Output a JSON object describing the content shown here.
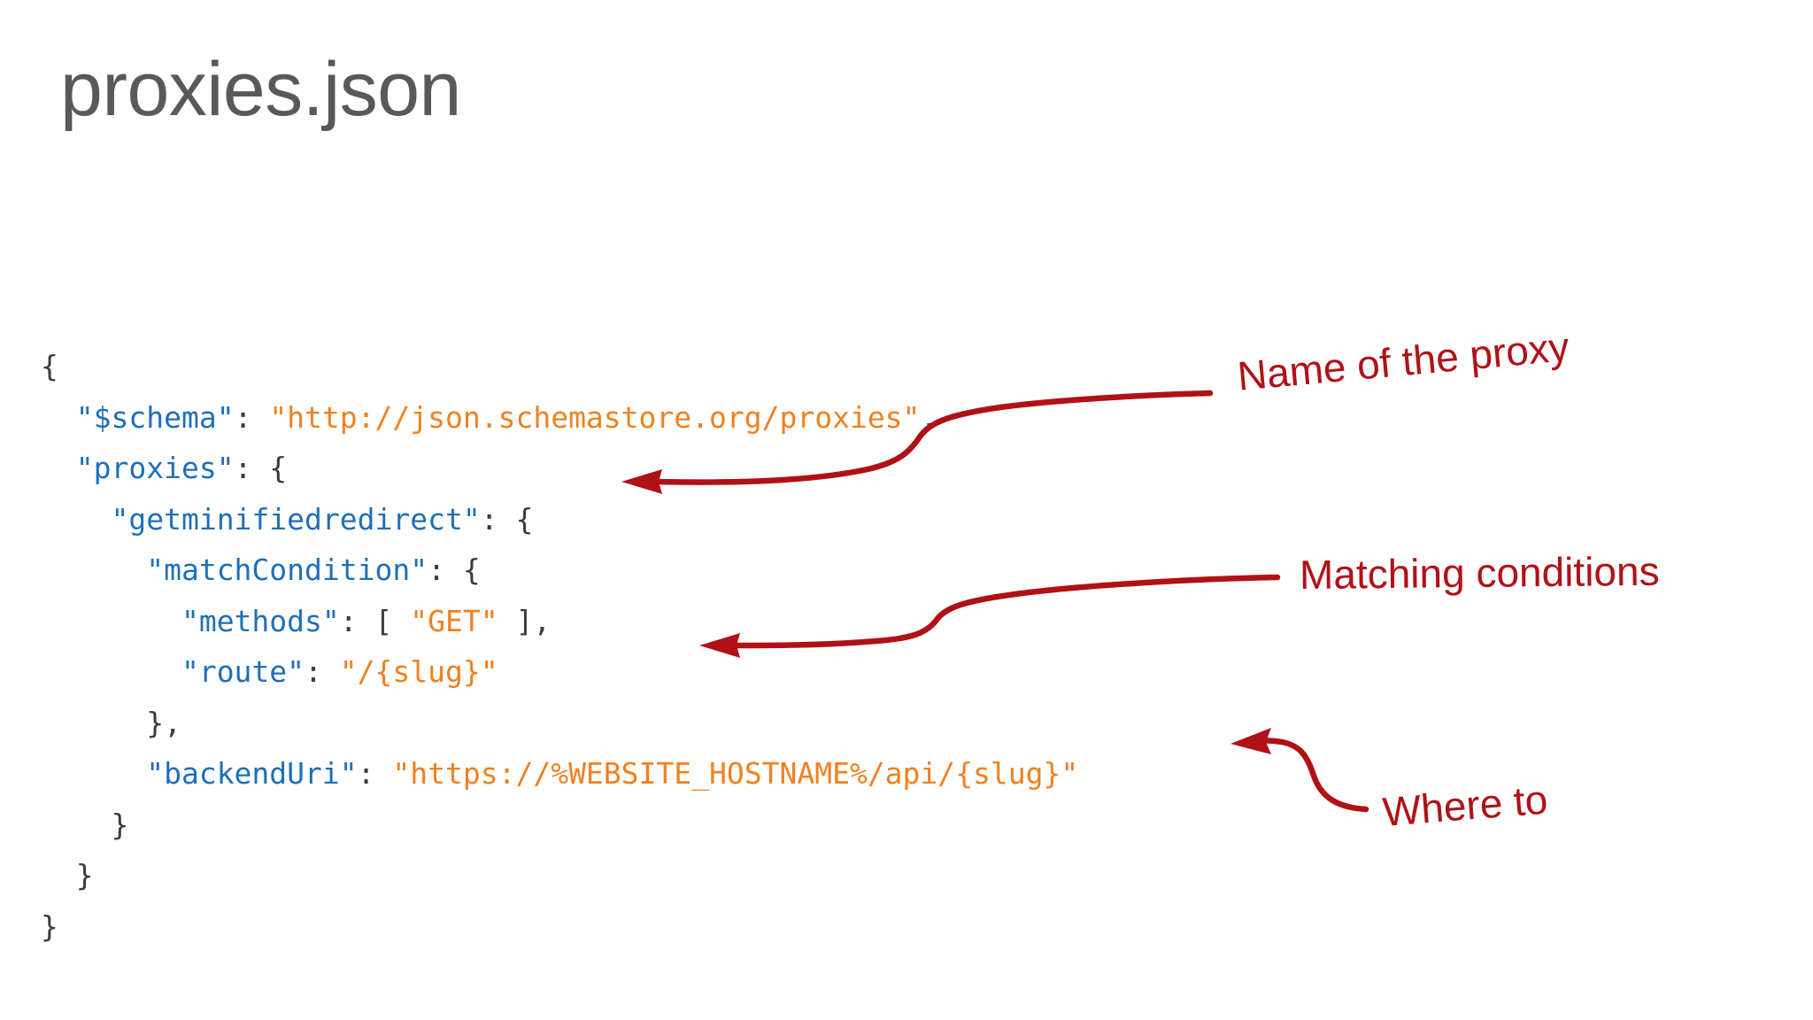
{
  "slide": {
    "title": "proxies.json",
    "title_color": "#58595b",
    "background_color": "#ffffff"
  },
  "code": {
    "language": "json",
    "indent_unit": "  ",
    "colors": {
      "punctuation": "#3b3b3b",
      "key": "#1f6fb8",
      "string": "#ef8120"
    },
    "lines": [
      {
        "indent": 0,
        "tokens": [
          {
            "t": "punct",
            "v": "{"
          }
        ]
      },
      {
        "indent": 1,
        "tokens": [
          {
            "t": "key",
            "v": "\"$schema\""
          },
          {
            "t": "punct",
            "v": ": "
          },
          {
            "t": "str",
            "v": "\"http://json.schemastore.org/proxies\""
          },
          {
            "t": "punct",
            "v": ","
          }
        ]
      },
      {
        "indent": 1,
        "tokens": [
          {
            "t": "key",
            "v": "\"proxies\""
          },
          {
            "t": "punct",
            "v": ": {"
          }
        ]
      },
      {
        "indent": 2,
        "tokens": [
          {
            "t": "key",
            "v": "\"getminifiedredirect\""
          },
          {
            "t": "punct",
            "v": ": {"
          }
        ]
      },
      {
        "indent": 3,
        "tokens": [
          {
            "t": "key",
            "v": "\"matchCondition\""
          },
          {
            "t": "punct",
            "v": ": {"
          }
        ]
      },
      {
        "indent": 4,
        "tokens": [
          {
            "t": "key",
            "v": "\"methods\""
          },
          {
            "t": "punct",
            "v": ": [ "
          },
          {
            "t": "str",
            "v": "\"GET\""
          },
          {
            "t": "punct",
            "v": " ],"
          }
        ]
      },
      {
        "indent": 4,
        "tokens": [
          {
            "t": "key",
            "v": "\"route\""
          },
          {
            "t": "punct",
            "v": ": "
          },
          {
            "t": "str",
            "v": "\"/{slug}\""
          }
        ]
      },
      {
        "indent": 3,
        "tokens": [
          {
            "t": "punct",
            "v": "},"
          }
        ]
      },
      {
        "indent": 3,
        "tokens": [
          {
            "t": "key",
            "v": "\"backendUri\""
          },
          {
            "t": "punct",
            "v": ": "
          },
          {
            "t": "str",
            "v": "\"https://%WEBSITE_HOSTNAME%/api/{slug}\""
          }
        ]
      },
      {
        "indent": 2,
        "tokens": [
          {
            "t": "punct",
            "v": "}"
          }
        ]
      },
      {
        "indent": 1,
        "tokens": [
          {
            "t": "punct",
            "v": "}"
          }
        ]
      },
      {
        "indent": 0,
        "tokens": [
          {
            "t": "punct",
            "v": "}"
          }
        ]
      }
    ]
  },
  "annotations": {
    "color": "#b01116",
    "items": [
      {
        "id": "name-of-the-proxy",
        "label": "Name of the proxy"
      },
      {
        "id": "matching-conditions",
        "label": "Matching conditions"
      },
      {
        "id": "where-to",
        "label": "Where to"
      }
    ]
  }
}
